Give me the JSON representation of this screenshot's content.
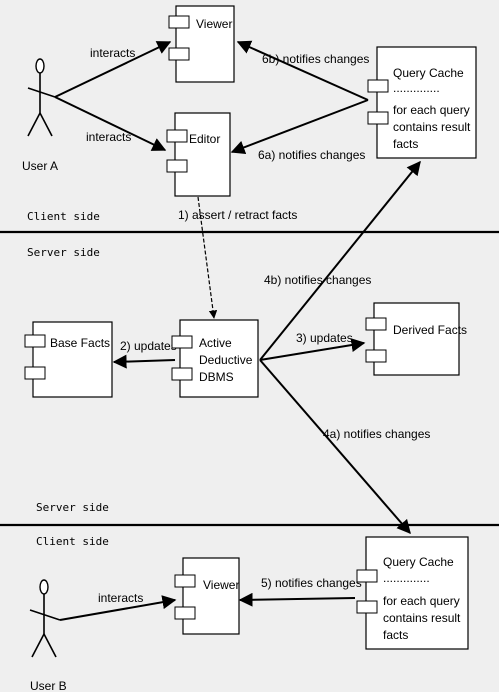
{
  "actors": {
    "user_a": "User A",
    "user_b": "User B"
  },
  "side_labels": {
    "client_top": "Client side",
    "server_top": "Server side",
    "server_bottom": "Server side",
    "client_bottom": "Client side"
  },
  "components": {
    "viewer_top": "Viewer",
    "editor": "Editor",
    "query_cache_top": {
      "title": "Query Cache",
      "divider": "..............",
      "line1": "for each query",
      "line2": "contains result",
      "line3": "facts"
    },
    "base_facts": "Base Facts",
    "dbms": {
      "line1": "Active",
      "line2": "Deductive",
      "line3": "DBMS"
    },
    "derived_facts": "Derived Facts",
    "query_cache_bottom": {
      "title": "Query Cache",
      "divider": "..............",
      "line1": "for each query",
      "line2": "contains result",
      "line3": "facts"
    },
    "viewer_bottom": "Viewer"
  },
  "edges": {
    "a_viewer": "interacts",
    "a_editor": "interacts",
    "qc_viewer": "6b) notifies changes",
    "qc_editor": "6a) notifies changes",
    "editor_dbms": "1) assert / retract facts",
    "dbms_qc_top": "4b) notifies changes",
    "dbms_base": "2) updates",
    "dbms_derived": "3) updates",
    "dbms_qc_bottom": "4a) notifies changes",
    "b_viewer": "interacts",
    "qc_viewer_bottom": "5) notifies changes"
  }
}
